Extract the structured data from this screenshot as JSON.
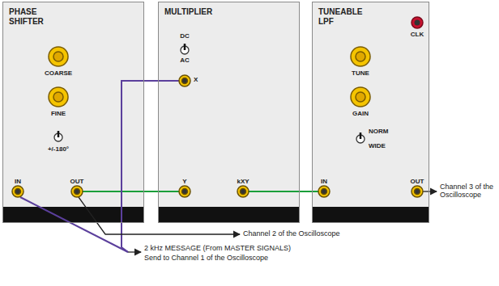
{
  "diagram": {
    "nodes": [
      {
        "text": [
          "PHASE SHIFTER"
        ]
      },
      {
        "text": [
          "MULTIPLIER"
        ]
      },
      {
        "text": [
          "TUNEABLE LPF"
        ]
      }
    ],
    "edges": [
      {
        "from": 0,
        "to": 1,
        "arrow": "none"
      },
      {
        "from": 1,
        "to": 2,
        "arrow": "none"
      }
    ],
    "labels": [
      "COARSE",
      "FINE",
      "+/-180°",
      "IN",
      "OUT",
      "DC",
      "AC",
      "X",
      "Y",
      "kXY",
      "CLK",
      "TUNE",
      "GAIN",
      "NORM",
      "WIDE",
      "IN",
      "OUT",
      "Channel 3 of the Oscilloscope",
      "Channel 2 of the Oscilloscope",
      "2 kHz MESSAGE (From MASTER SIGNALS)",
      "Send to Channel 1 of the Oscilloscope"
    ]
  }
}
